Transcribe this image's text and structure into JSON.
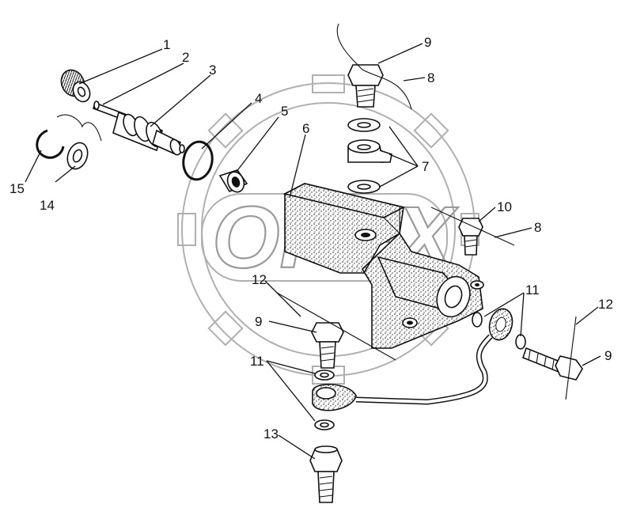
{
  "diagram": {
    "watermark_text": "OPEX",
    "callouts": [
      {
        "id": "c1",
        "label": "1"
      },
      {
        "id": "c2",
        "label": "2"
      },
      {
        "id": "c3",
        "label": "3"
      },
      {
        "id": "c4",
        "label": "4"
      },
      {
        "id": "c5",
        "label": "5"
      },
      {
        "id": "c6",
        "label": "6"
      },
      {
        "id": "c7",
        "label": "7"
      },
      {
        "id": "c8a",
        "label": "8"
      },
      {
        "id": "c8b",
        "label": "8"
      },
      {
        "id": "c9a",
        "label": "9"
      },
      {
        "id": "c9b",
        "label": "9"
      },
      {
        "id": "c9c",
        "label": "9"
      },
      {
        "id": "c10",
        "label": "10"
      },
      {
        "id": "c11a",
        "label": "11"
      },
      {
        "id": "c11b",
        "label": "11"
      },
      {
        "id": "c12a",
        "label": "12"
      },
      {
        "id": "c12b",
        "label": "12"
      },
      {
        "id": "c13",
        "label": "13"
      },
      {
        "id": "c14",
        "label": "14"
      },
      {
        "id": "c15",
        "label": "15"
      }
    ]
  }
}
